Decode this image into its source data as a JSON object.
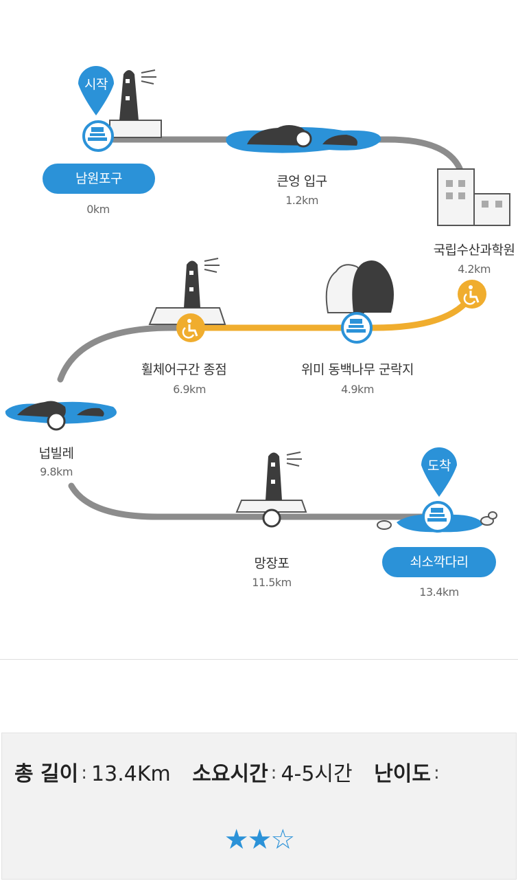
{
  "stops": [
    {
      "name": "남원포구",
      "distance": "0km"
    },
    {
      "name": "큰엉 입구",
      "distance": "1.2km"
    },
    {
      "name": "국립수산과학원",
      "distance": "4.2km"
    },
    {
      "name": "위미 동백나무 군락지",
      "distance": "4.9km"
    },
    {
      "name": "휠체어구간 종점",
      "distance": "6.9km"
    },
    {
      "name": "넙빌레",
      "distance": "9.8km"
    },
    {
      "name": "망장포",
      "distance": "11.5km"
    },
    {
      "name": "쇠소깍다리",
      "distance": "13.4km"
    }
  ],
  "pins": {
    "start": "시작",
    "end": "도착"
  },
  "colors": {
    "accent_blue": "#2b92d8",
    "wheelchair_orange": "#f0ad2e",
    "path_gray": "#8c8c8c"
  },
  "summary": {
    "length_label": "총 길이",
    "length_value": "13.4Km",
    "time_label": "소요시간",
    "time_value": "4-5시간",
    "difficulty_label": "난이도",
    "difficulty_rating": 2,
    "difficulty_max": 3,
    "difficulty_stars": "★★☆"
  }
}
